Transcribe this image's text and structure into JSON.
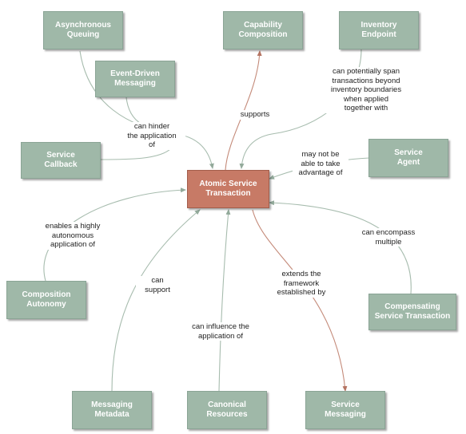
{
  "nodes": {
    "center": "Atomic Service\nTransaction",
    "asynchronous_queuing": "Asynchronous\nQueuing",
    "capability_composition": "Capability\nComposition",
    "inventory_endpoint": "Inventory\nEndpoint",
    "event_driven_messaging": "Event-Driven\nMessaging",
    "service_callback": "Service\nCallback",
    "service_agent": "Service\nAgent",
    "composition_autonomy": "Composition\nAutonomy",
    "compensating_service_transaction": "Compensating\nService Transaction",
    "messaging_metadata": "Messaging\nMetadata",
    "canonical_resources": "Canonical\nResources",
    "service_messaging": "Service\nMessaging"
  },
  "edges": {
    "supports": "supports",
    "span": "can potentially span\ntransactions beyond\ninventory boundaries\nwhen applied\ntogether with",
    "hinder": "can hinder\nthe application\nof",
    "take_advantage": "may not be\nable to take\nadvantage of",
    "autonomous": "enables a highly\nautonomous\napplication of",
    "encompass": "can encompass\nmultiple",
    "support": "can\nsupport",
    "extends": "extends the\nframework\nestablished by",
    "influence": "can influence the\napplication of"
  },
  "colors": {
    "node_fill": "#9fb8a8",
    "center_fill": "#c77a66",
    "connector": "#a7bcae",
    "connector_out": "#c48a79"
  }
}
